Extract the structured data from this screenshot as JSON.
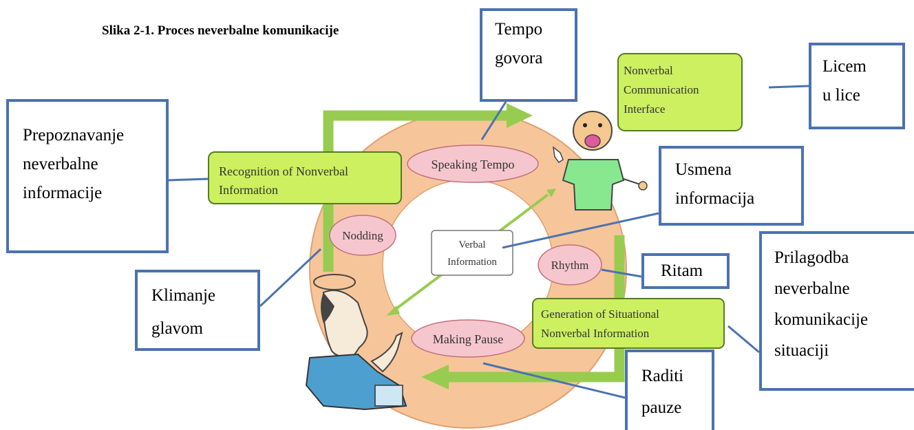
{
  "title": "Slika 2-1. Proces neverbalne komunikacije",
  "colors": {
    "ring": "#f7c59a",
    "ring_stroke": "#e0a070",
    "green_box": "#ccf060",
    "green_arrow": "#98cc50",
    "pink_ellipse": "#f6c6ce",
    "callout_border": "#4a72b0"
  },
  "diagram": {
    "recognition": [
      "Recognition of Nonverbal",
      "Information"
    ],
    "speaking_tempo": "Speaking Tempo",
    "nodding": "Nodding",
    "verbal": [
      "Verbal",
      "Information"
    ],
    "rhythm": "Rhythm",
    "making_pause": "Making Pause",
    "generation": [
      "Generation of Situational",
      "Nonverbal Information"
    ],
    "interface": [
      "Nonverbal",
      "Communication",
      "Interface"
    ]
  },
  "callouts": {
    "tempo": [
      "Tempo",
      "govora"
    ],
    "licem": [
      "Licem",
      "u lice"
    ],
    "prepoznavanje": [
      "Prepoznavanje",
      "neverbalne",
      "informacije"
    ],
    "usmena": [
      "Usmena",
      "informacija"
    ],
    "ritam": [
      "Ritam"
    ],
    "prilagodba": [
      "Prilagodba",
      "neverbalne",
      "komunikacije",
      "situaciji"
    ],
    "klimanje": [
      "Klimanje",
      "glavom"
    ],
    "raditi": [
      "Raditi",
      "pauze"
    ]
  }
}
